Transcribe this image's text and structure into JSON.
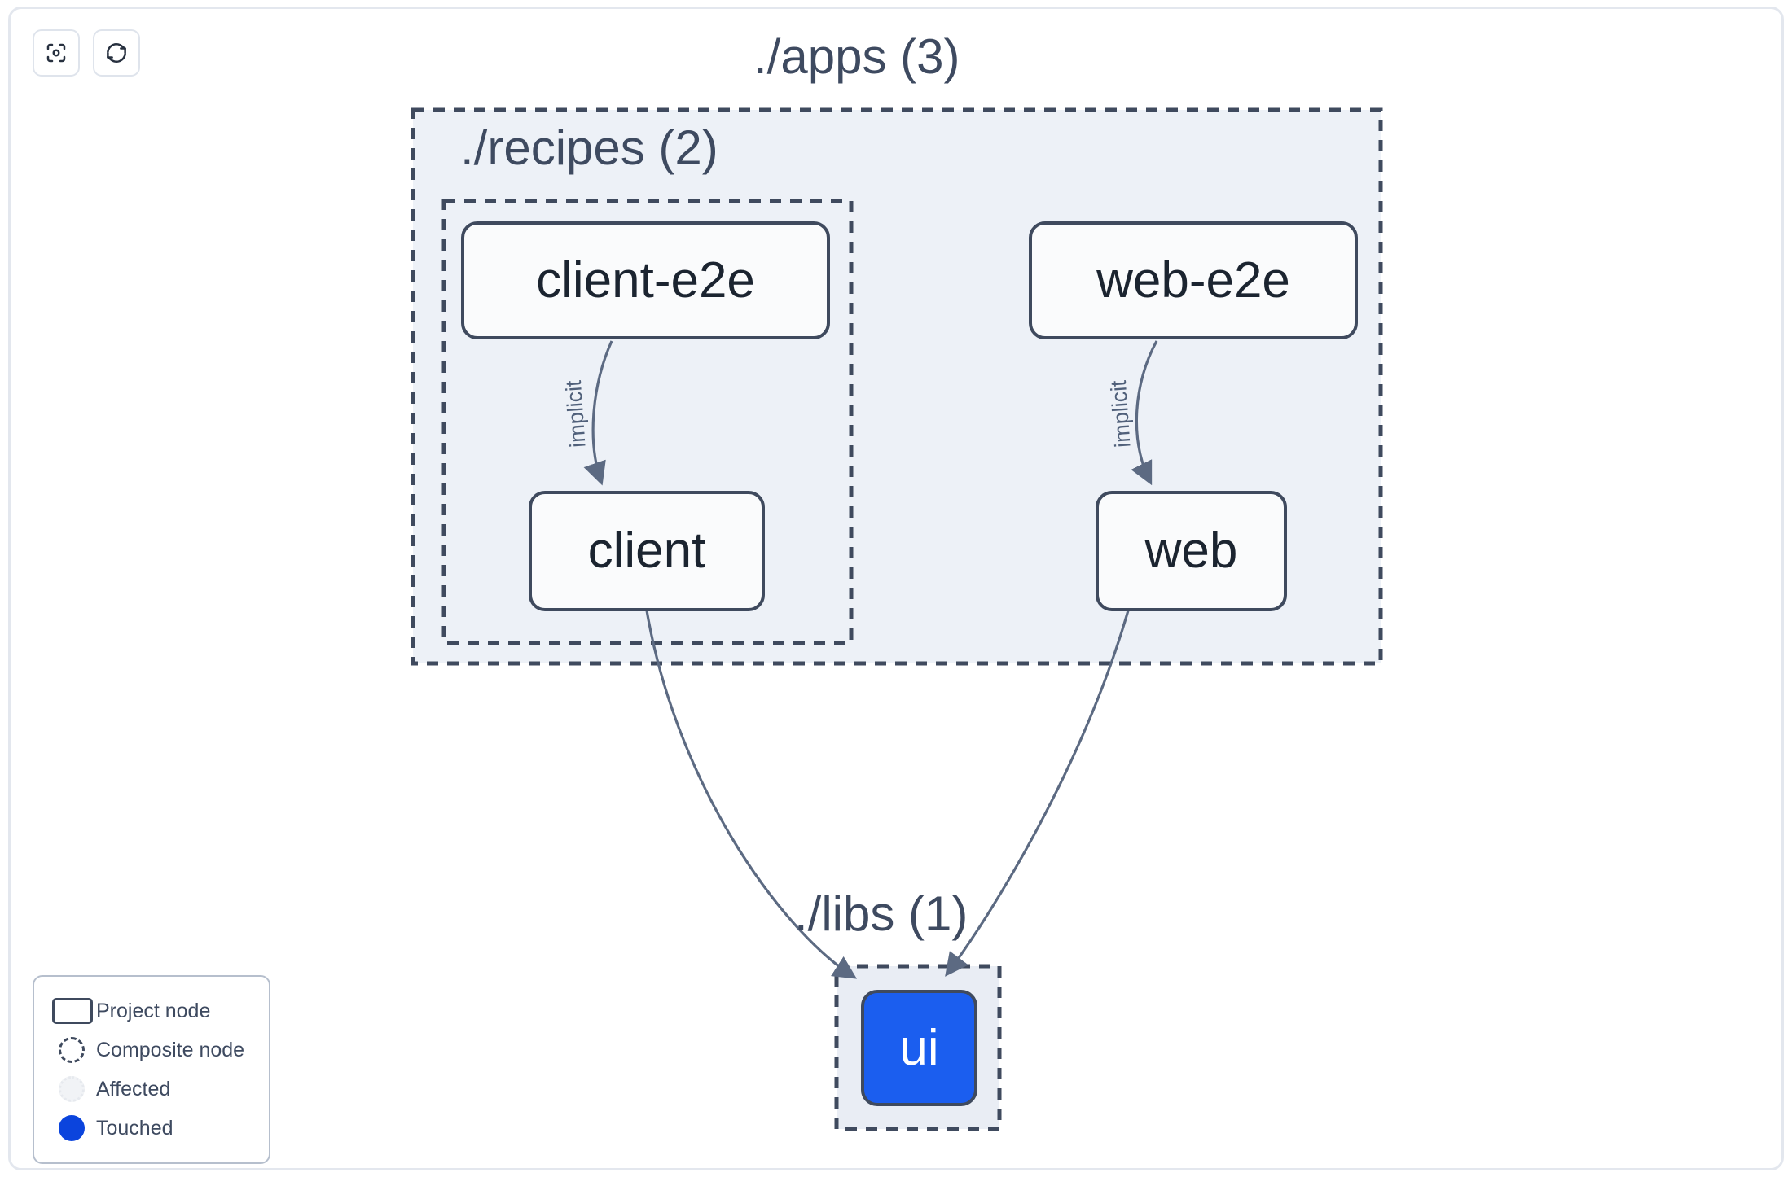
{
  "toolbar": {
    "buttons": [
      {
        "name": "focus-graph-button",
        "icon": "focus-target-icon",
        "tooltip": "Focus graph"
      },
      {
        "name": "refresh-graph-button",
        "icon": "refresh-icon",
        "tooltip": "Refresh graph"
      }
    ]
  },
  "groups": [
    {
      "id": "apps",
      "label": "./apps (3)"
    },
    {
      "id": "recipes",
      "label": "./recipes (2)"
    },
    {
      "id": "libs",
      "label": "./libs (1)"
    }
  ],
  "nodes": [
    {
      "id": "client-e2e",
      "label": "client-e2e",
      "state": "project",
      "group": "recipes"
    },
    {
      "id": "client",
      "label": "client",
      "state": "project",
      "group": "recipes"
    },
    {
      "id": "web-e2e",
      "label": "web-e2e",
      "state": "project",
      "group": "apps"
    },
    {
      "id": "web",
      "label": "web",
      "state": "project",
      "group": "apps"
    },
    {
      "id": "ui",
      "label": "ui",
      "state": "touched",
      "group": "libs"
    }
  ],
  "edges": [
    {
      "from": "client-e2e",
      "to": "client",
      "label": "implicit"
    },
    {
      "from": "web-e2e",
      "to": "web",
      "label": "implicit"
    },
    {
      "from": "client",
      "to": "ui",
      "label": ""
    },
    {
      "from": "web",
      "to": "ui",
      "label": ""
    }
  ],
  "legend": {
    "items": [
      {
        "swatch": "project-node-swatch",
        "label": "Project node"
      },
      {
        "swatch": "composite-node-swatch",
        "label": "Composite node"
      },
      {
        "swatch": "affected-swatch",
        "label": "Affected"
      },
      {
        "swatch": "touched-swatch",
        "label": "Touched"
      }
    ]
  },
  "colors": {
    "touched": "#0b44dd",
    "touched_node_fill": "#1b5eef",
    "node_border": "#3f4a5e",
    "node_fill": "#fafbfc",
    "group_fill": "#edf1f7",
    "group_border": "#3f4a5e",
    "text": "#3e4a60",
    "edge": "#5c6a82",
    "panel_border": "#e3e7ee"
  }
}
